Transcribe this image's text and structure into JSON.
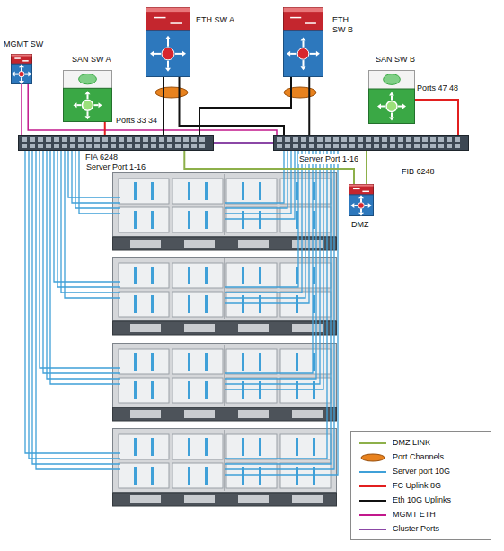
{
  "diagram": {
    "nodes": [
      {
        "text": [
          "MGMT SW"
        ]
      },
      {
        "text": [
          "SAN SW A"
        ]
      },
      {
        "text": [
          "ETH SW A"
        ]
      },
      {
        "text": [
          "ETH SW B"
        ]
      },
      {
        "text": [
          "SAN SW B"
        ]
      },
      {
        "text": [
          "FIA 6248"
        ]
      },
      {
        "text": [
          "FIB 6248"
        ]
      },
      {
        "text": [
          "DMZ"
        ]
      }
    ],
    "edges": [
      {
        "from": 0,
        "to": 5,
        "arrow": "none"
      },
      {
        "from": 0,
        "to": 6,
        "arrow": "none"
      },
      {
        "from": 1,
        "to": 5,
        "arrow": "none"
      },
      {
        "from": 2,
        "to": 5,
        "arrow": "none"
      },
      {
        "from": 2,
        "to": 6,
        "arrow": "none"
      },
      {
        "from": 3,
        "to": 5,
        "arrow": "none"
      },
      {
        "from": 3,
        "to": 6,
        "arrow": "none"
      },
      {
        "from": 4,
        "to": 6,
        "arrow": "none"
      },
      {
        "from": 5,
        "to": 6,
        "arrow": "none"
      },
      {
        "from": 5,
        "to": 7,
        "arrow": "none"
      },
      {
        "from": 6,
        "to": 7,
        "arrow": "none"
      }
    ],
    "labels": [
      "Ports 47 48",
      "Ports 33 34",
      "Server Port 1-16",
      "Server Port 1-16"
    ],
    "legend": [
      {
        "text": "DMZ LINK"
      },
      {
        "text": "Port Channels"
      },
      {
        "text": "Server port 10G"
      },
      {
        "text": "FC Uplink 8G"
      },
      {
        "text": "Eth 10G Uplinks"
      },
      {
        "text": "MGMT ETH"
      },
      {
        "text": "Cluster Ports"
      }
    ]
  }
}
